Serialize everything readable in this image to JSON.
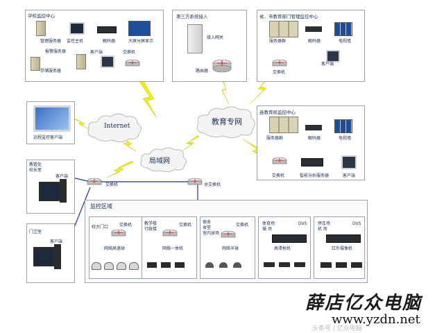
{
  "clouds": {
    "internet": "Internet",
    "education": "教育专网",
    "lan": "局域网"
  },
  "school_center": {
    "title": "学校监控中心",
    "mgmt_server": "管理服务器",
    "monitor_host": "监控主机",
    "decoder": "解码器",
    "big_screen": "大屏分屏显示",
    "alarm_server": "报警服务器",
    "client": "客户端",
    "switch": "交换机",
    "storage_server": "存储服务器"
  },
  "third_party": {
    "title": "第三方系统接入",
    "gateway": "接入网关",
    "router": "路由器"
  },
  "province": {
    "title": "省、市教育部门管理监控中心",
    "server_group": "服务器群",
    "decoder": "解码器",
    "tv_wall": "电视墙",
    "client": "客户端",
    "switch": "交换机"
  },
  "county": {
    "title": "县教育局监控中心",
    "server_group": "服务器群",
    "decoder": "解码器",
    "tv_wall": "电视墙",
    "switch": "交换机",
    "analysis_server": "智能分析服务器",
    "client": "客户端"
  },
  "remote": {
    "label": "远程监控客户端"
  },
  "office": {
    "title_line1": "教管处",
    "title_line2": "校长室",
    "client": "客户端"
  },
  "guard": {
    "title": "门卫室",
    "client": "客户端"
  },
  "mid_switch": "交换机",
  "main_switch": "总交换机",
  "monitor_area": {
    "title": "监控区域",
    "zones": [
      {
        "line1": "校大门口",
        "line2": "",
        "switch": "交换机",
        "cam": "网络高速球"
      },
      {
        "line1": "教学楼",
        "line2": "行政楼",
        "switch": "交换机",
        "cam": "网络一体机"
      },
      {
        "line1": "宿舍",
        "line2": "食堂",
        "line3": "室内球场",
        "switch": "交换机",
        "cam": "网络半球"
      },
      {
        "line1": "体育场",
        "line2": "操  场",
        "switch": "DVS",
        "cam": "高清枪机"
      },
      {
        "line1": "停车场",
        "line2": "机  房",
        "switch": "DVS",
        "cam": "红外摄像机"
      }
    ]
  },
  "watermark": {
    "brand": "薛店亿众电脑",
    "url": "www.yzdn.net",
    "small": "头条号 / 亿众电脑"
  },
  "colors": {
    "line": "#1c2f8f",
    "bolt": "#f2ee1a",
    "boxBorder": "#9aa3ad",
    "brand": "#1a1a1a"
  }
}
